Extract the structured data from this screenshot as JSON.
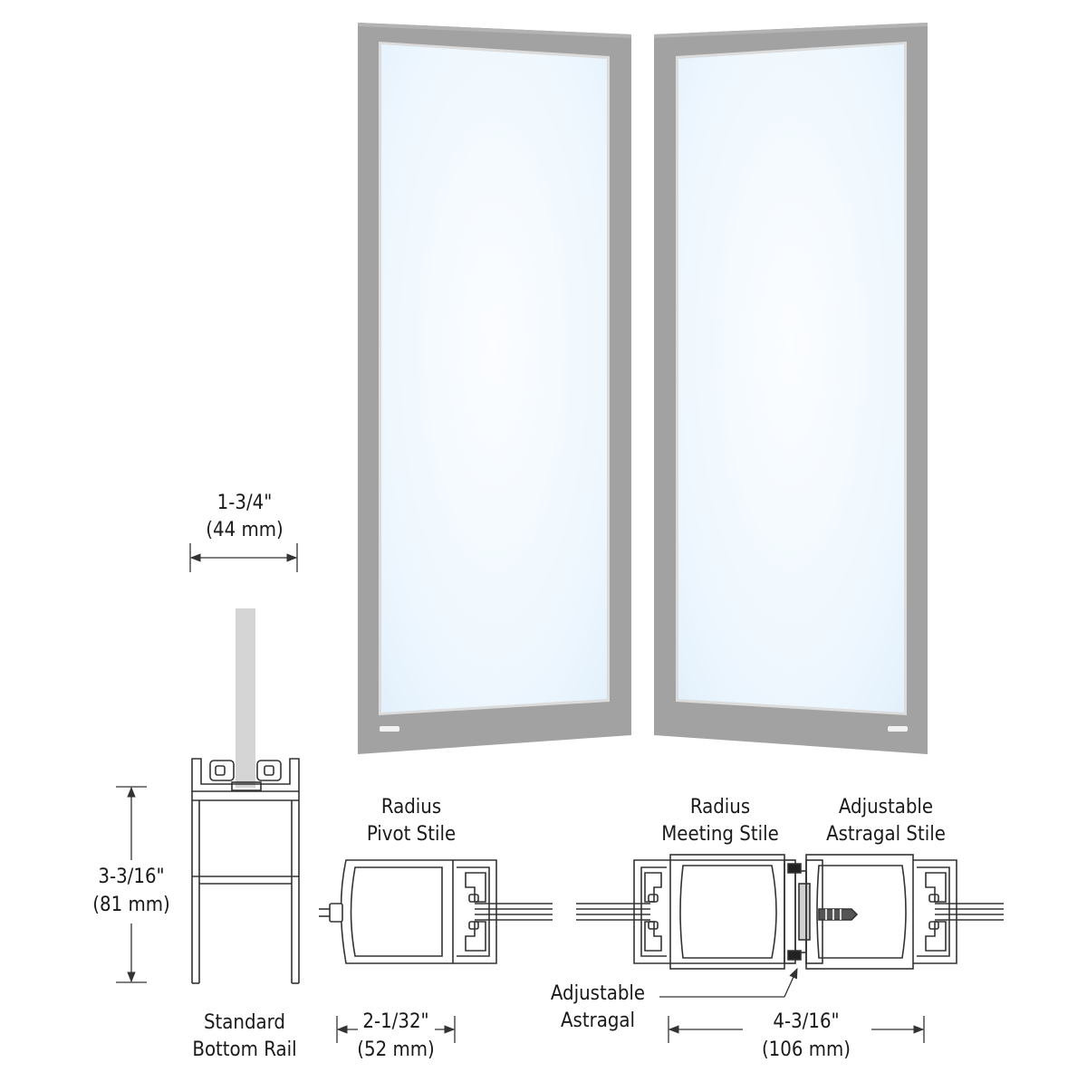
{
  "colors": {
    "frame": "#a2a2a2",
    "frame_dark": "#8d8d8d",
    "glass": "#eaf5fe",
    "glass_center": "#f8fcff",
    "line": "#333333",
    "text": "#1a1a1a"
  },
  "labels": {
    "bottom_rail": [
      "Standard",
      "Bottom Rail"
    ],
    "pivot_stile": [
      "Radius",
      "Pivot Stile"
    ],
    "meeting_stile": [
      "Radius",
      "Meeting Stile"
    ],
    "astragal_stile": [
      "Adjustable",
      "Astragal Stile"
    ],
    "astragal": [
      "Adjustable",
      "Astragal"
    ]
  },
  "dimensions": {
    "rail_width": [
      "1-3/4\"",
      "(44 mm)"
    ],
    "rail_height": [
      "3-3/16\"",
      "(81 mm)"
    ],
    "pivot_width": [
      "2-1/32\"",
      "(52 mm)"
    ],
    "meeting_width": [
      "4-3/16\"",
      "(106 mm)"
    ]
  }
}
